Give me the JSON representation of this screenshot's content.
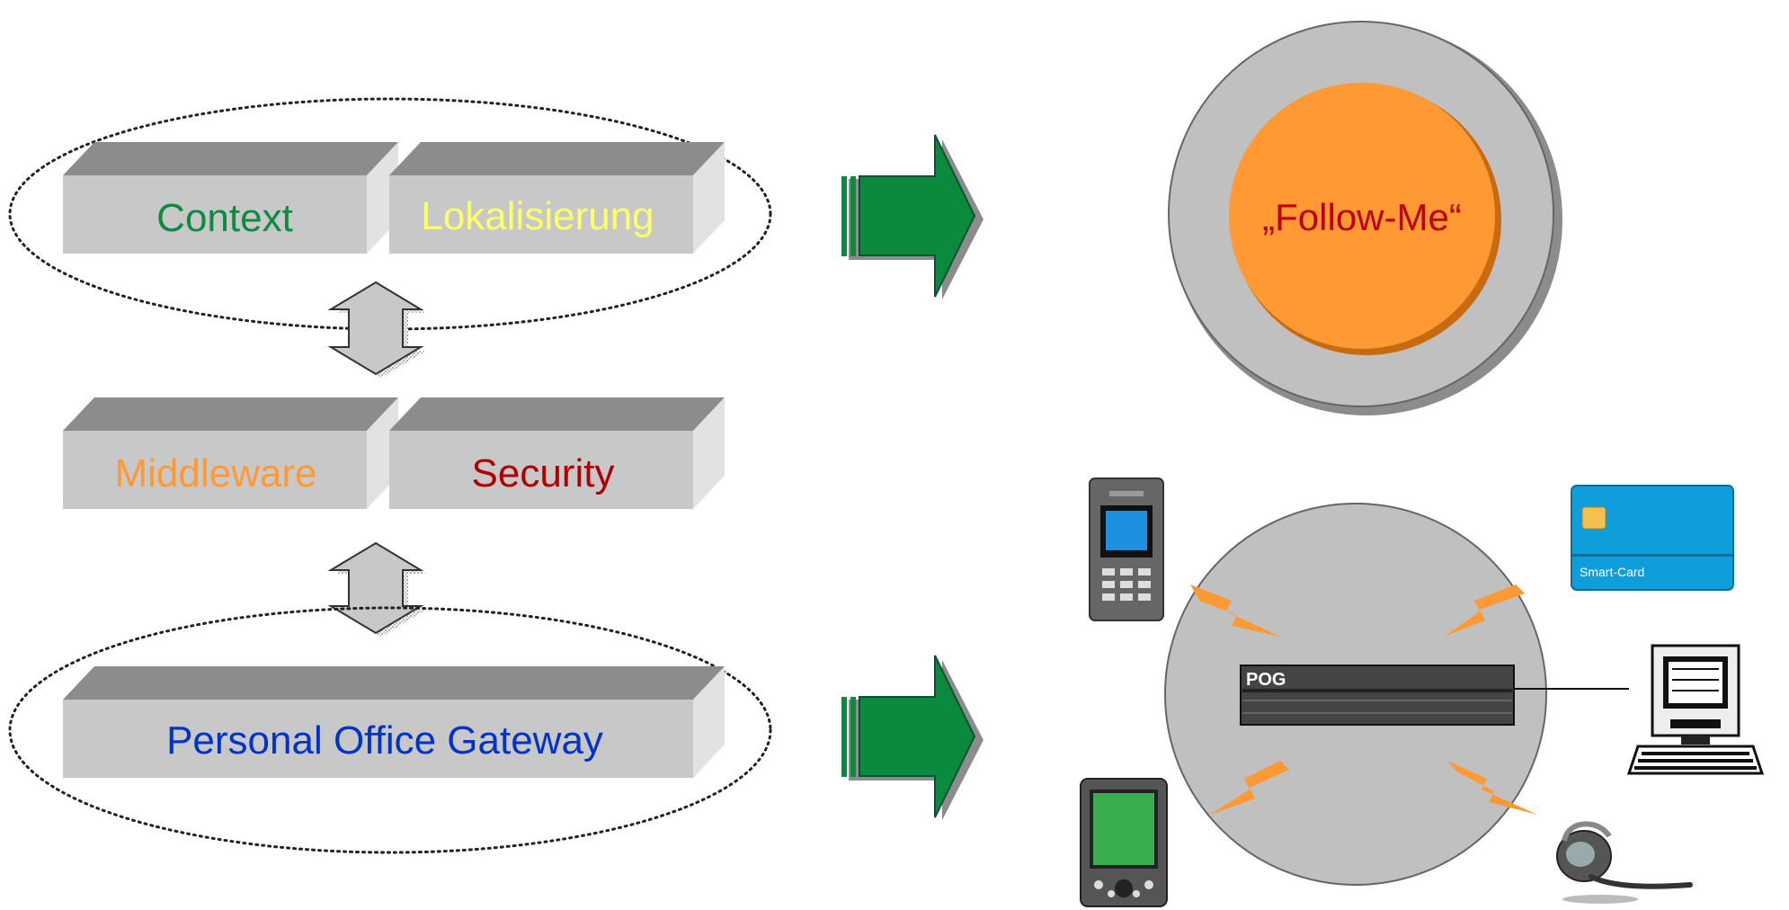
{
  "diagram": {
    "layers": {
      "context_label": "Context",
      "lokalisierung_label": "Lokalisierung",
      "middleware_label": "Middleware",
      "security_label": "Security",
      "pog_label": "Personal Office Gateway"
    },
    "follow_me": {
      "label": "„Follow-Me“"
    },
    "pog_device": {
      "label": "POG"
    },
    "smart_card": {
      "label": "Smart-Card"
    },
    "colors": {
      "context_text": "#0E8B3E",
      "lokalisierung_text": "#FFFF66",
      "middleware_text": "#FF9933",
      "security_text": "#B00000",
      "pog_text": "#0033CC",
      "follow_me_text": "#C00000",
      "orange_disc": "#FF9933",
      "grey_disc": "#C0C0C0",
      "arrow_green": "#0B8A3E",
      "box_face": "#C8C8C8",
      "box_top": "#8C8C8C",
      "box_side": "#E2E2E2",
      "card_blue": "#0E9EDB"
    },
    "icons": [
      "mobile-phone-icon",
      "pda-icon",
      "smart-card-icon",
      "computer-icon",
      "headset-icon",
      "lightning-icon",
      "double-arrow-icon",
      "green-arrow-icon"
    ]
  }
}
